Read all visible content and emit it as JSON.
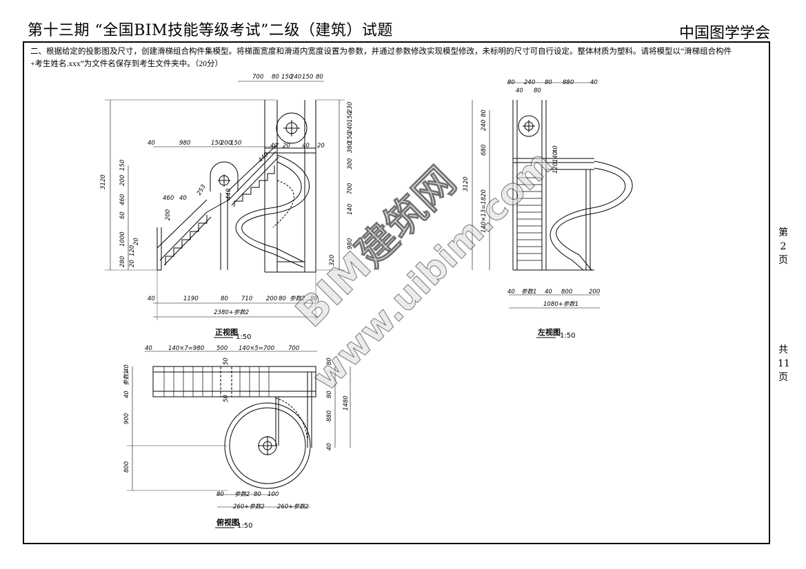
{
  "header": {
    "title": "第十三期 “全国BIM技能等级考试”二级（建筑）试题",
    "org": "中国图学学会"
  },
  "question": {
    "line1": "二、根据给定的投影图及尺寸，创建滑梯组合构件集模型。将梯面宽度和滑道内宽度设置为参数，并通过参数修改实现模型修改，未标明的尺寸可自行设定。整体材质为塑料。请将模型以“滑梯组合构件",
    "line2": "+考生姓名.xxx”为文件名保存到考生文件夹中。（20分）"
  },
  "page_info": {
    "di": "第",
    "num": "2",
    "ye": "页",
    "gong": "共",
    "total": "11",
    "ye2": "页"
  },
  "watermark": {
    "line1": "BIM建筑网",
    "line2": "www.uibim.com"
  },
  "views": {
    "front": {
      "caption": "正视图",
      "scale": "1:50",
      "top_dims": [
        "700",
        "80",
        "150",
        "240",
        "150",
        "80"
      ],
      "mid_dims": [
        "40",
        "980",
        "150",
        "200",
        "150",
        "40",
        "20",
        "40",
        "20"
      ],
      "left_dims": [
        "3120",
        "150",
        "200",
        "460",
        "60",
        "1000",
        "280",
        "120",
        "20",
        "20"
      ],
      "right_dims": [
        "230",
        "150",
        "240",
        "150",
        "380",
        "300",
        "700",
        "140",
        "980",
        "320"
      ],
      "inner_dims": [
        "460",
        "40",
        "200",
        "253",
        "440",
        "440"
      ],
      "bottom_dims": [
        "40",
        "1190",
        "80",
        "710",
        "200",
        "80",
        "参数2",
        "80"
      ],
      "total": "2380+参数2"
    },
    "left": {
      "caption": "左视图",
      "scale": "1:50",
      "top_dims": [
        "80",
        "240",
        "80",
        "880",
        "40",
        "40",
        "80"
      ],
      "left_dims": [
        "3120",
        "240",
        "80",
        "680",
        "140×13=1820"
      ],
      "right_dims": [
        "40",
        "140",
        "120"
      ],
      "bottom_dims": [
        "40",
        "参数1",
        "40",
        "800",
        "200"
      ],
      "total": "1080+参数1"
    },
    "top": {
      "caption": "俯视图",
      "scale": "1:50",
      "top_dims": [
        "40",
        "140×7=980",
        "500",
        "140×5=700",
        "700"
      ],
      "left_dims": [
        "40",
        "参数1",
        "40",
        "900",
        "800"
      ],
      "right_dims": [
        "80",
        "80",
        "880",
        "1480",
        "40"
      ],
      "inner_dims": [
        "50",
        "50"
      ],
      "bottom_dims": [
        "80",
        "参数2",
        "80",
        "100"
      ],
      "bottom_dims2": [
        "260+参数2",
        "260+参数2"
      ]
    }
  }
}
